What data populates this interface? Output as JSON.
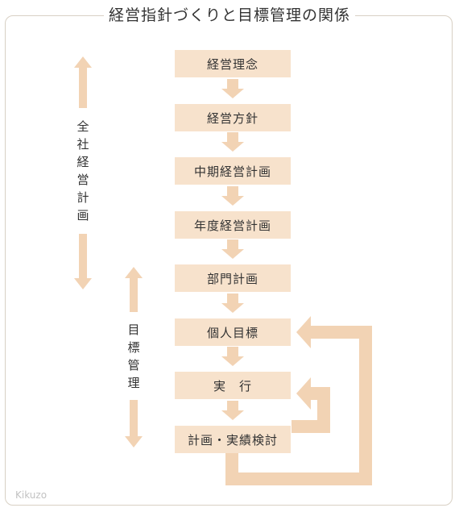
{
  "title": "経営指針づくりと目標管理の関係",
  "steps": [
    "経営理念",
    "経営方針",
    "中期経営計画",
    "年度経営計画",
    "部門計画",
    "個人目標",
    "実　行",
    "計画・実績検討"
  ],
  "labels": {
    "company_plan": "全社経営計画",
    "target_management": "目標管理"
  },
  "watermark": "Kikuzo",
  "colors": {
    "box": "#f7e2cc",
    "arrow": "#f2d3b4",
    "frame": "#d8d0c4"
  }
}
